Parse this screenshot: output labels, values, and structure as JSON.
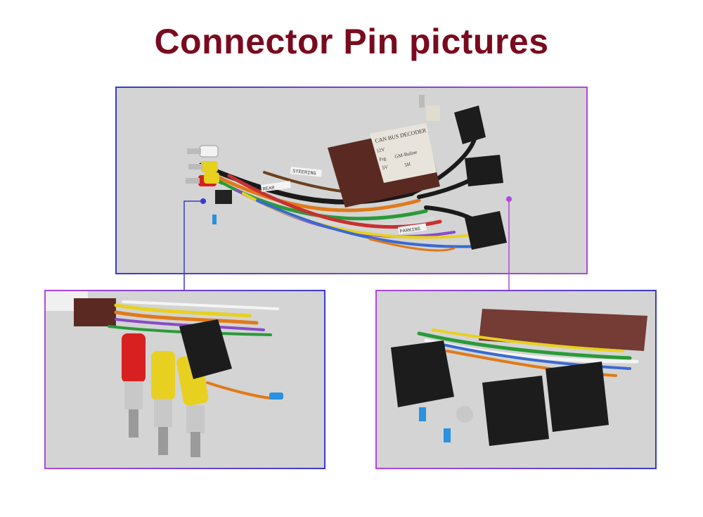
{
  "page": {
    "title": "Connector Pin pictures"
  },
  "colors": {
    "title": "#7a0a1e",
    "frame_blue": "#3a3ad0",
    "frame_purple": "#b048e0",
    "photo_bg": "#d3d4d3",
    "decoder_box": "#5a2a22"
  },
  "top_photo": {
    "decoder_label": "CAN BUS DECODER",
    "decoder_lines": [
      "12V",
      "Frg",
      "GM-Buline",
      "5V",
      "5H"
    ],
    "wire_tags": [
      "REAR",
      "PARKING",
      "STEERING"
    ]
  }
}
